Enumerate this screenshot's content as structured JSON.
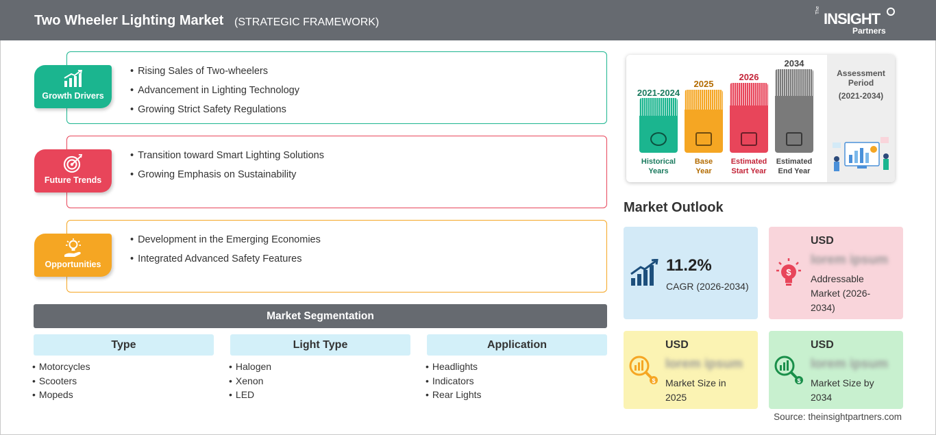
{
  "header": {
    "title": "Two Wheeler Lighting Market",
    "subtitle": "(STRATEGIC FRAMEWORK)",
    "logo": {
      "the": "The",
      "word": "INSIGHT",
      "partners": "Partners"
    }
  },
  "framework": [
    {
      "label": "Growth Drivers",
      "color": "#1bb58f",
      "items": [
        "Rising Sales of Two-wheelers",
        "Advancement in Lighting Technology",
        "Growing Strict Safety Regulations"
      ]
    },
    {
      "label": "Future Trends",
      "color": "#e8455a",
      "items": [
        "Transition toward Smart Lighting Solutions",
        "Growing Emphasis on Sustainability"
      ]
    },
    {
      "label": "Opportunities",
      "color": "#f5a623",
      "items": [
        "Development in the Emerging Economies",
        "Integrated Advanced Safety Features"
      ]
    }
  ],
  "segmentation": {
    "title": "Market Segmentation",
    "columns": [
      {
        "header": "Type",
        "items": [
          "Motorcycles",
          "Scooters",
          "Mopeds"
        ]
      },
      {
        "header": "Light Type",
        "items": [
          "Halogen",
          "Xenon",
          "LED"
        ]
      },
      {
        "header": "Application",
        "items": [
          "Headlights",
          "Indicators",
          "Rear Lights"
        ]
      }
    ]
  },
  "timeline": {
    "periods": [
      {
        "year": "2021-2024",
        "caption": [
          "Historical",
          "Years"
        ],
        "color": "#1bb58f",
        "text_color": "#1a7a5e"
      },
      {
        "year": "2025",
        "caption": [
          "Base",
          "Year"
        ],
        "color": "#f5a623",
        "text_color": "#b36b00"
      },
      {
        "year": "2026",
        "caption": [
          "Estimated",
          "Start Year"
        ],
        "color": "#e8455a",
        "text_color": "#c32438"
      },
      {
        "year": "2034",
        "caption": [
          "Estimated",
          "End Year"
        ],
        "color": "#7a7a7a",
        "text_color": "#444444"
      }
    ],
    "assessment": {
      "title": "Assessment Period",
      "period": "(2021-2034)"
    }
  },
  "outlook": {
    "title": "Market Outlook",
    "cagr_value": "11.2%",
    "cagr_label": "CAGR (2026-2034)",
    "cards": [
      {
        "currency": "USD",
        "value": "lorem ipsum",
        "label": "Addressable Market (2026-2034)",
        "color": "#f9d5db"
      },
      {
        "currency": "USD",
        "value": "lorem ipsum",
        "label": "Market Size in 2025",
        "color": "#fbf3b3"
      },
      {
        "currency": "USD",
        "value": "lorem ipsum",
        "label": "Market Size by 2034",
        "color": "#c8f0cf"
      }
    ],
    "cagr_card_color": "#d3eaf7"
  },
  "source": "Source: theinsightpartners.com"
}
